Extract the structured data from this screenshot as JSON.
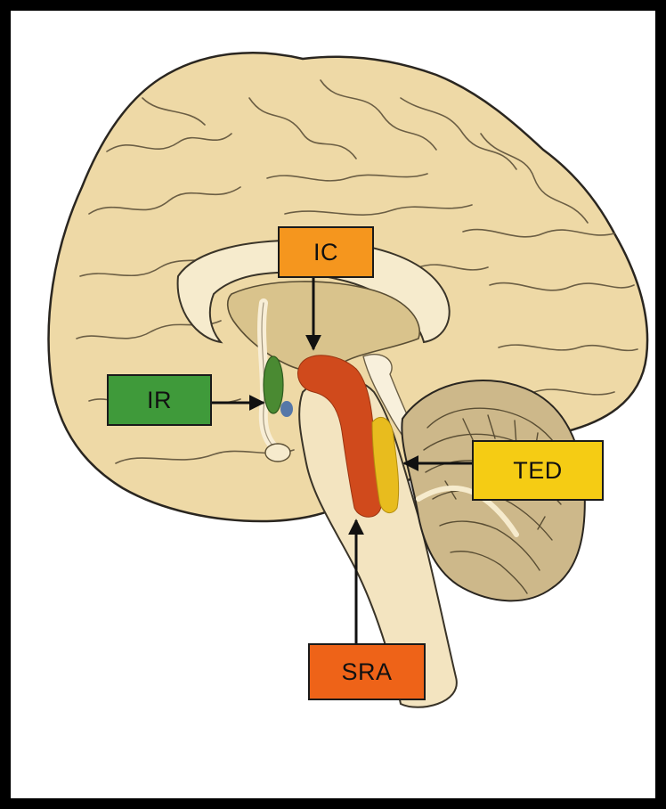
{
  "labels": {
    "ic": {
      "text": "IC",
      "color": "#f5961e"
    },
    "ir": {
      "text": "IR",
      "color": "#3f9a3a"
    },
    "ted": {
      "text": "TED",
      "color": "#f5cc14"
    },
    "sra": {
      "text": "SRA",
      "color": "#ee6318"
    }
  },
  "regions": {
    "ir_region": "#4a8a32",
    "ir_dot": "#5577a8",
    "ic_sra_band": "#d04a1c",
    "ted_band": "#e8bc1e"
  },
  "icons": {
    "arrows": "black-arrow"
  }
}
